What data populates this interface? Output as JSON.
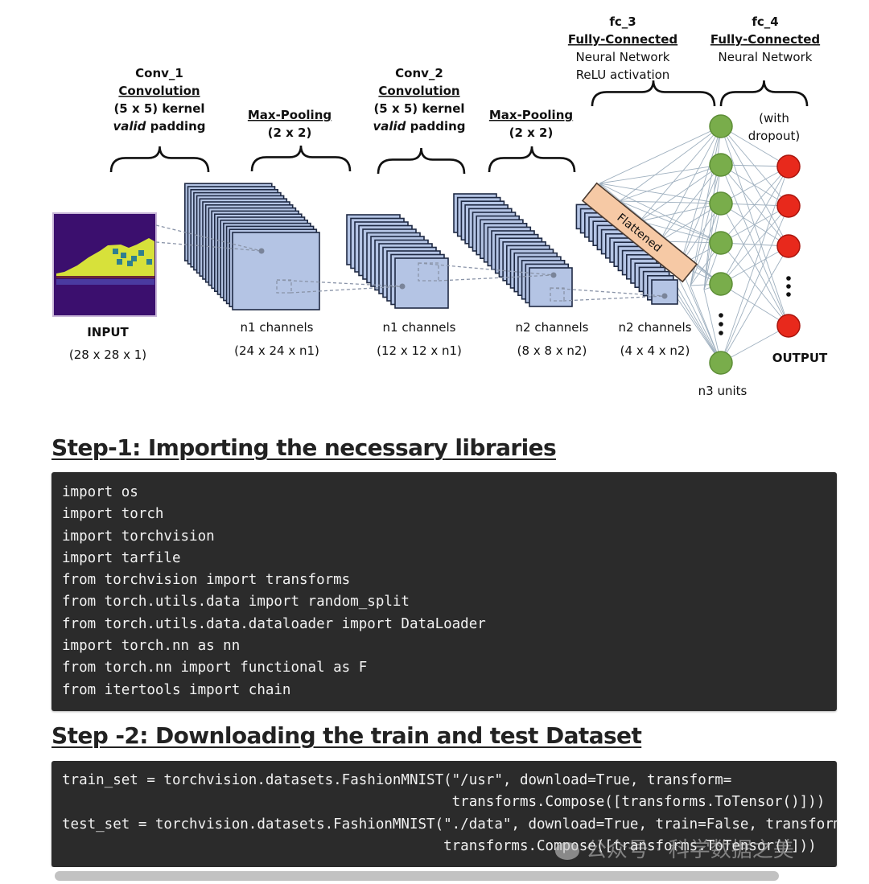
{
  "diagram": {
    "layers": [
      {
        "id": "conv1",
        "lines": [
          "Conv_1",
          "Convolution",
          "(5 x 5) kernel",
          "valid padding"
        ]
      },
      {
        "id": "pool1",
        "lines": [
          "Max-Pooling",
          "(2 x 2)"
        ]
      },
      {
        "id": "conv2",
        "lines": [
          "Conv_2",
          "Convolution",
          "(5 x 5) kernel",
          "valid padding"
        ]
      },
      {
        "id": "pool2",
        "lines": [
          "Max-Pooling",
          "(2 x 2)"
        ]
      },
      {
        "id": "fc3",
        "lines": [
          "fc_3",
          "Fully-Connected",
          "Neural Network",
          "ReLU activation"
        ]
      },
      {
        "id": "fc4",
        "lines": [
          "fc_4",
          "Fully-Connected",
          "Neural Network"
        ]
      }
    ],
    "padding_italic": "valid",
    "padding_rest": " padding",
    "dropout_note": [
      "(with",
      "dropout)"
    ],
    "flattened_label": "Flattened",
    "input_label": "INPUT",
    "input_dims": "(28 x 28 x 1)",
    "stages": [
      {
        "channels": "n1 channels",
        "dims": "(24 x 24 x n1)"
      },
      {
        "channels": "n1 channels",
        "dims": "(12 x 12 x n1)"
      },
      {
        "channels": "n2 channels",
        "dims": "(8 x 8 x n2)"
      },
      {
        "channels": "n2 channels",
        "dims": "(4 x 4 x n2)"
      }
    ],
    "hidden_units_label": "n3 units",
    "output_label": "OUTPUT",
    "colors": {
      "feature_map": "#b4c4e4",
      "hidden_node": "#79ad4b",
      "output_node": "#e8291c",
      "flatten_bar": "#f6c9a5",
      "input_bg": "#3b0f6e",
      "input_shoe": "#d7e13a"
    }
  },
  "steps": [
    {
      "heading": "Step-1: Importing the necessary libraries",
      "code": "import os\nimport torch\nimport torchvision\nimport tarfile\nfrom torchvision import transforms\nfrom torch.utils.data import random_split\nfrom torch.utils.data.dataloader import DataLoader\nimport torch.nn as nn\nfrom torch.nn import functional as F\nfrom itertools import chain"
    },
    {
      "heading": "Step -2: Downloading the train and test Dataset ",
      "code": "train_set = torchvision.datasets.FashionMNIST(\"/usr\", download=True, transform=\n                                              transforms.Compose([transforms.ToTensor()]))\ntest_set = torchvision.datasets.FashionMNIST(\"./data\", download=True, train=False, transform=\n                                             transforms.Compose([transforms.ToTensor()]))"
    }
  ],
  "watermark": "公众号 · 科学数据之美"
}
